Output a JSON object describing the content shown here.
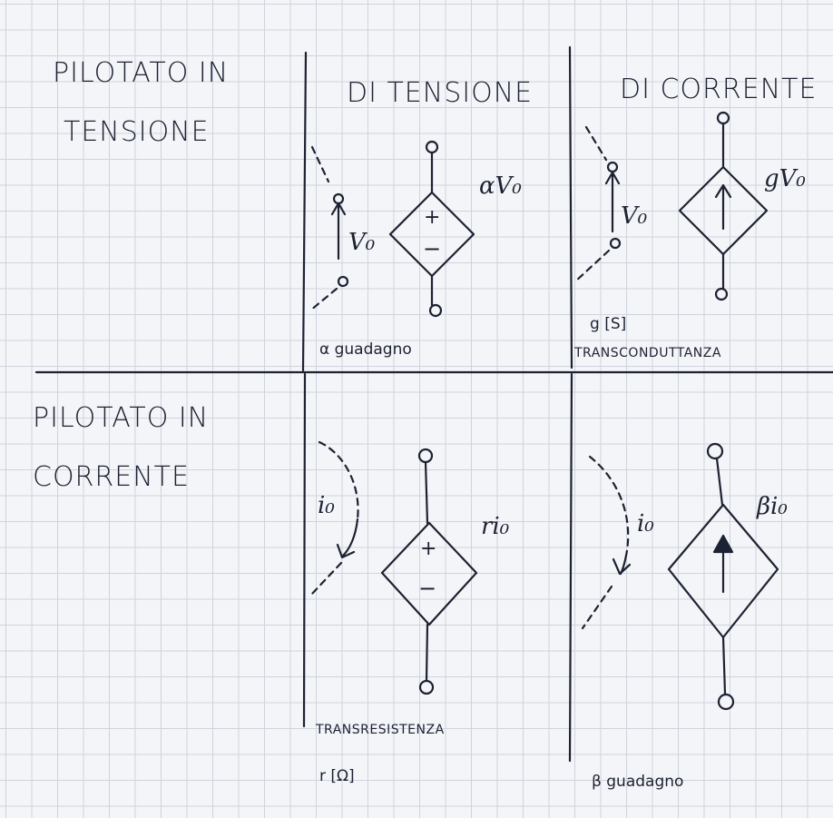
{
  "row_labels": {
    "voltage_controlled": [
      "PILOTATO IN",
      "TENSIONE"
    ],
    "current_controlled": [
      "PILOTATO IN",
      "CORRENTE"
    ]
  },
  "column_headers": {
    "voltage_source": "DI TENSIONE",
    "current_source": "DI CORRENTE"
  },
  "cells": {
    "vcvs": {
      "control": "V₀",
      "value": "αV₀",
      "plus": "+",
      "minus": "−",
      "note": "α guadagno"
    },
    "vccs": {
      "control": "V₀",
      "value": "gV₀",
      "note_unit": "g [S]",
      "note_name": "TRANSCONDUTTANZA"
    },
    "ccvs": {
      "control": "i₀",
      "value": "ri₀",
      "plus": "+",
      "minus": "−",
      "note_name": "TRANSRESISTENZA",
      "note_unit": "r [Ω]"
    },
    "cccs": {
      "control": "i₀",
      "value": "βi₀",
      "note": "β guadagno"
    }
  }
}
